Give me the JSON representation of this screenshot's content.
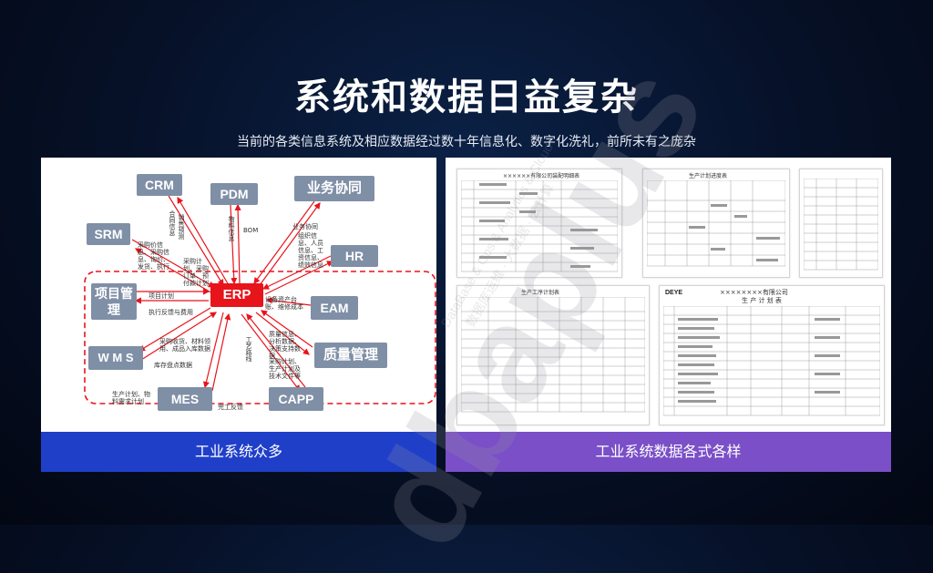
{
  "title": "系统和数据日益复杂",
  "subtitle": "当前的各类信息系统及相应数据经过数十年信息化、数字化洗礼，前所未有之庞杂",
  "left_panel": {
    "caption": "工业系统众多",
    "nodes": {
      "crm": "CRM",
      "pdm": "PDM",
      "collab": "业务协同",
      "srm": "SRM",
      "hr": "HR",
      "project": "项目管理",
      "erp": "ERP",
      "eam": "EAM",
      "wms": "W M S",
      "quality": "质量管理",
      "mes": "MES",
      "capp": "CAPP"
    },
    "labels": {
      "crm_v": "合同信息",
      "crm_v2": "销售预测",
      "pdm_v1": "物料信息",
      "pdm_v2": "BOM",
      "collab_l": "业务协同",
      "srm_l": "采购价信息、采购信息、询价、发货、执行",
      "plan_l": "采购计划、采购订单、预付款计划",
      "hr_l": "组织信息、人员信息、工资信息、绩效信息",
      "project_l": "项目计划",
      "project_l2": "执行反馈与费用",
      "eam_l": "设备资产台账、维修成本",
      "wms_l": "采购收货、材料领用、成品入库数据",
      "wms_l2": "库存盘点数据",
      "quality_l": "质量信息、分析数据、决策支持数据",
      "capp_l": "采购计划、生产计划及技术文件等",
      "capp_v": "工艺路线",
      "mes_l": "生产计划、物料需求计划",
      "mes_l2": "完工反馈"
    }
  },
  "right_panel": {
    "caption": "工业系统数据各式各样",
    "doc_titles": {
      "d1": "××××××有限公司装配明细表",
      "d2": "生产计划进度表",
      "d4": "生产工序计划表",
      "d5": "××××××××有限公司",
      "d5b": "生 产 计 划 表"
    },
    "brand": "DEYE"
  },
  "watermark": {
    "big": "dbaplus",
    "line1": "DataBase & Ops & Analytics & Cloud",
    "line2": "数据库运维 · 大数据 · 云计算"
  }
}
